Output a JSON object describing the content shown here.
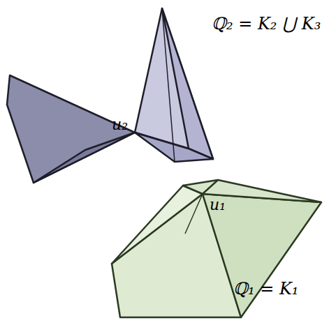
{
  "diagram": {
    "labels": [
      "ℚ₂ = K₂ ⋃ K₃",
      "u₂",
      "u₁",
      "ℚ₁ = K₁"
    ]
  }
}
